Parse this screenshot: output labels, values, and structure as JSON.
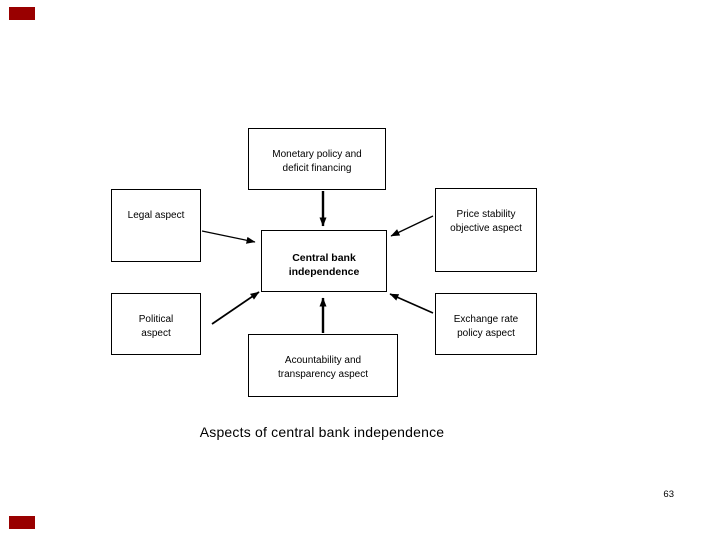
{
  "slide": {
    "caption": "Aspects of central bank independence",
    "page_number": "63",
    "accent_color": "#990000",
    "background_color": "#ffffff",
    "line_color": "#000000"
  },
  "diagram": {
    "center": {
      "label": "Central bank\nindependence"
    },
    "nodes": {
      "monetary": {
        "label": "Monetary policy and\ndeficit financing"
      },
      "legal": {
        "label": "Legal aspect"
      },
      "price": {
        "label": "Price stability\nobjective aspect"
      },
      "political": {
        "label": "Political\naspect"
      },
      "exchange": {
        "label": "Exchange rate\npolicy aspect"
      },
      "accountability": {
        "label": "Acountability and\ntransparency aspect"
      }
    },
    "arrows": [
      "monetary-to-center",
      "legal-to-center",
      "price-to-center",
      "political-to-center",
      "exchange-to-center",
      "accountability-to-center"
    ]
  }
}
